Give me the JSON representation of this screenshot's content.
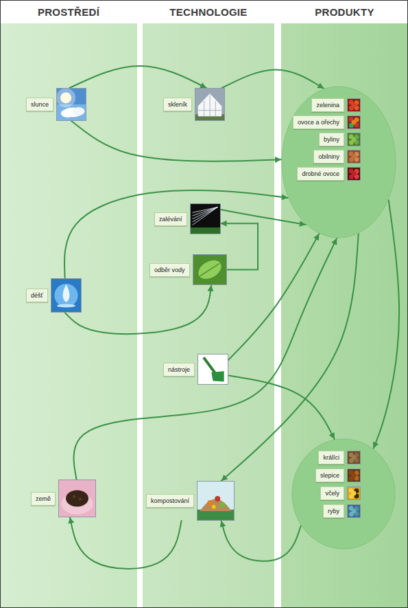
{
  "diagram": {
    "nodes": [
      {
        "text": [
          "PROSTŘEDÍ"
        ]
      },
      {
        "text": [
          "TECHNOLOGIE"
        ]
      },
      {
        "text": [
          "PRODUKTY"
        ]
      },
      {
        "text": [
          "slunce"
        ],
        "in": 0
      },
      {
        "text": [
          "skleník"
        ],
        "in": 1
      },
      {
        "text": [],
        "in": 2
      },
      {
        "text": [
          "zelenina"
        ],
        "in": 5
      },
      {
        "text": [
          "ovoce a ořechy"
        ],
        "in": 5
      },
      {
        "text": [
          "byliny"
        ],
        "in": 5
      },
      {
        "text": [
          "obilniny"
        ],
        "in": 5
      },
      {
        "text": [
          "drobné ovoce"
        ],
        "in": 5
      },
      {
        "text": [
          "zalévání"
        ],
        "in": 1
      },
      {
        "text": [
          "odběr vody"
        ],
        "in": 1
      },
      {
        "text": [
          "déšť"
        ],
        "in": 0
      },
      {
        "text": [
          "nástroje"
        ],
        "in": 1
      },
      {
        "text": [],
        "in": 2
      },
      {
        "text": [
          "králíci"
        ],
        "in": 15
      },
      {
        "text": [
          "slepice"
        ],
        "in": 15
      },
      {
        "text": [
          "včely"
        ],
        "in": 15
      },
      {
        "text": [
          "ryby"
        ],
        "in": 15
      },
      {
        "text": [
          "země"
        ],
        "in": 0
      },
      {
        "text": [
          "kompostování"
        ],
        "in": 1
      }
    ],
    "edges": [
      {
        "from": 3,
        "to": 4,
        "arrow": "to"
      },
      {
        "from": 4,
        "to": 5,
        "arrow": "to"
      },
      {
        "from": 3,
        "to": 5,
        "arrow": "to"
      },
      {
        "from": 13,
        "to": 5,
        "arrow": "to"
      },
      {
        "from": 13,
        "to": 12,
        "arrow": "to"
      },
      {
        "from": 12,
        "to": 11,
        "arrow": "to"
      },
      {
        "from": 11,
        "to": 5,
        "arrow": "to"
      },
      {
        "from": 14,
        "to": 5,
        "arrow": "to"
      },
      {
        "from": 20,
        "to": 5,
        "arrow": "to"
      },
      {
        "from": 14,
        "to": 15,
        "arrow": "to"
      },
      {
        "from": 5,
        "to": 15,
        "arrow": "to"
      },
      {
        "from": 5,
        "to": 21,
        "arrow": "to"
      },
      {
        "from": 21,
        "to": 20,
        "arrow": "to"
      },
      {
        "from": 15,
        "to": 21,
        "arrow": "to"
      }
    ]
  }
}
